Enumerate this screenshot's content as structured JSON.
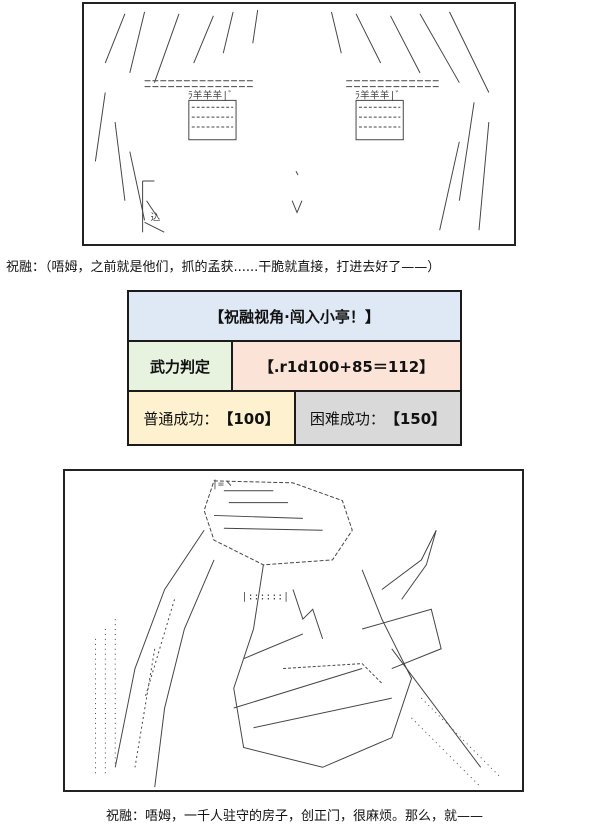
{
  "captions": {
    "first": "祝融：（唔姆，之前就是他们，抓的孟获......干脆就直接，打进去好了——）",
    "second": "祝融：唔姆，一千人驻守的房子，创正门，很麻烦。那么，就——"
  },
  "dice_table": {
    "title": "【祝融视角·闯入小亭！】",
    "check_label": "武力判定",
    "check_value": "【.r1d100+85＝112】",
    "normal_success_label": "普通成功：",
    "normal_success_value": "【100】",
    "hard_success_label": "困难成功：",
    "hard_success_value": "【150】"
  },
  "art": {
    "frame1_marks": [
      "ﾗ羊羊羊|ﾞ",
      "ﾗ羊羊羊|ﾞ",
      "込"
    ],
    "frame2_marks": [
      "|=ヽ",
      "|::::::|"
    ]
  },
  "colors": {
    "title_bg": "#dfe9f6",
    "check_label_bg": "#e7f2df",
    "check_value_bg": "#fbe3d7",
    "normal_bg": "#fdf1cf",
    "hard_bg": "#d9d9d9"
  }
}
